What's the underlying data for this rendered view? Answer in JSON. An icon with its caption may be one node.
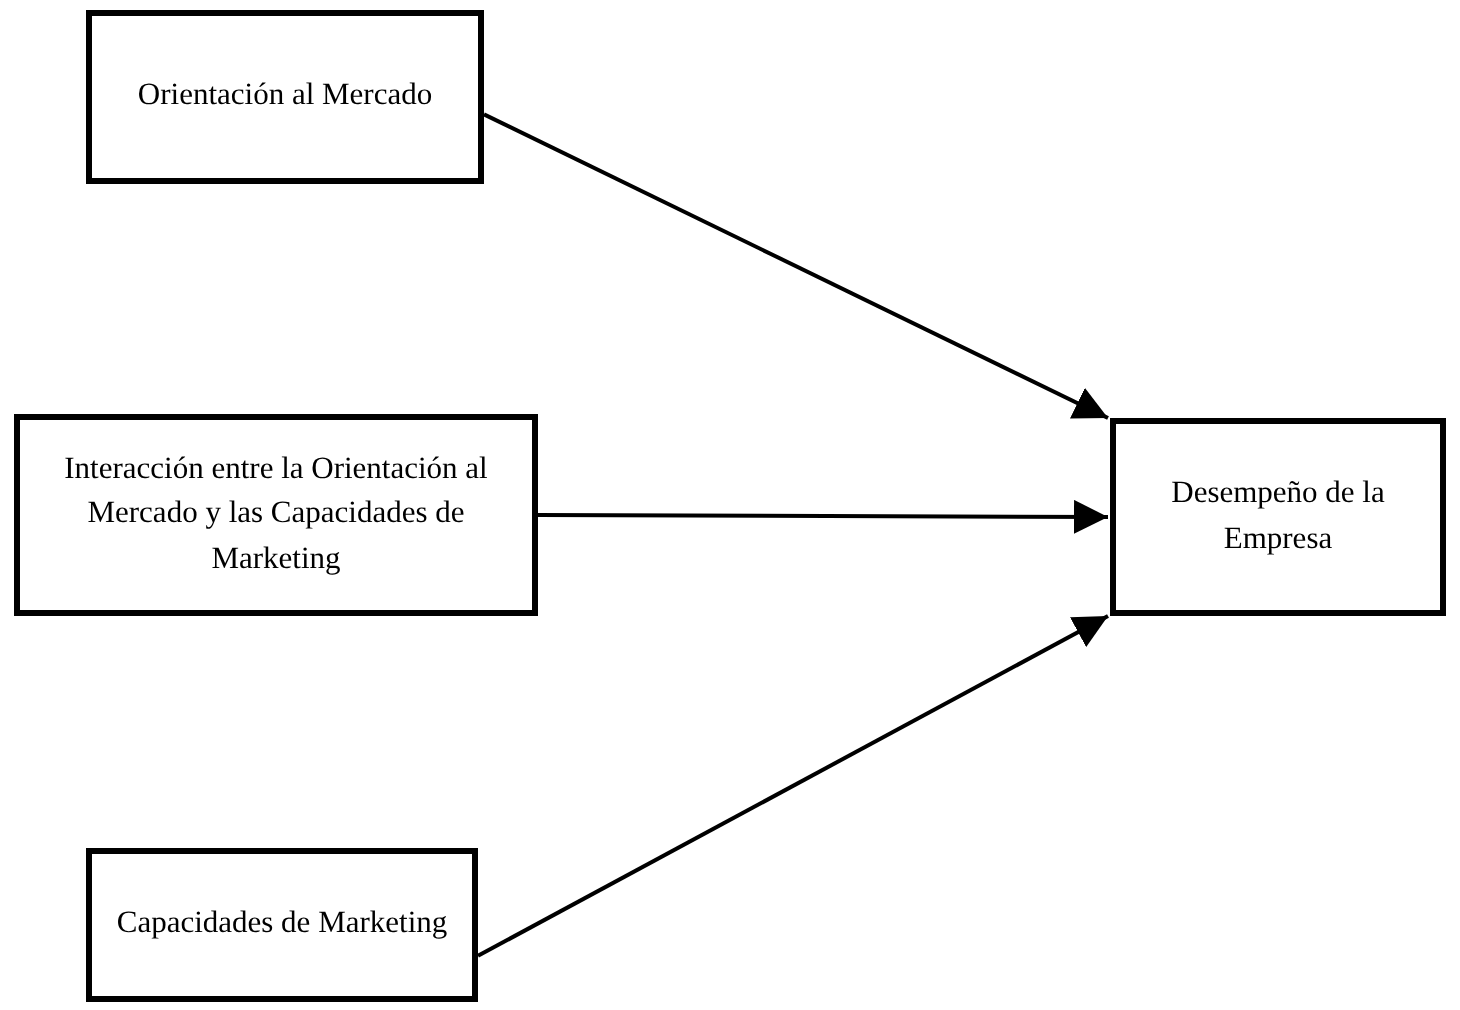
{
  "diagram": {
    "nodes": [
      {
        "text": [
          "Orientación al Mercado"
        ]
      },
      {
        "text": [
          "Interacción entre la Orientación al Mercado y las Capacidades de Marketing"
        ]
      },
      {
        "text": [
          "Capacidades de Marketing"
        ]
      },
      {
        "text": [
          "Desempeño de la Empresa"
        ]
      }
    ],
    "edges": [
      {
        "from": 0,
        "to": 3,
        "arrow": "to"
      },
      {
        "from": 1,
        "to": 3,
        "arrow": "to"
      },
      {
        "from": 2,
        "to": 3,
        "arrow": "to"
      }
    ]
  }
}
